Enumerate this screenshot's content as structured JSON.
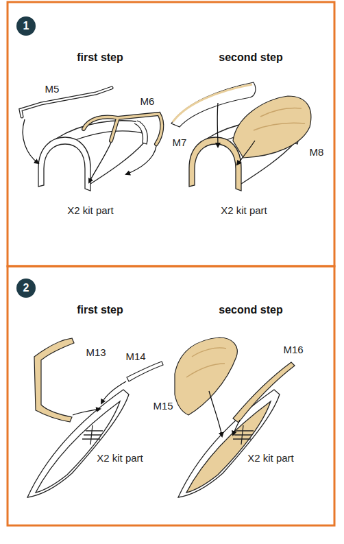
{
  "diagram": {
    "nodes": [
      {
        "text": [
          "1"
        ]
      },
      {
        "text": [
          "2"
        ]
      }
    ],
    "labels": [
      "first step",
      "second step",
      "M5",
      "M6",
      "X2 kit part",
      "M7",
      "M8",
      "X2 kit part",
      "first step",
      "second step",
      "M13",
      "M14",
      "X2 kit part",
      "M15",
      "M16",
      "X2 kit part"
    ]
  }
}
